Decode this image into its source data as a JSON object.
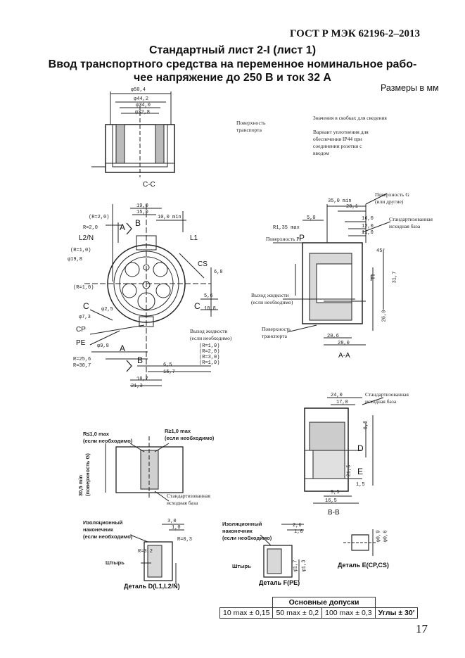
{
  "header": {
    "standard": "ГОСТ Р МЭК 62196-2–2013",
    "sheet_title": "Стандартный лист 2-I (лист 1)",
    "subtitle_line1": "Ввод транспортного средства на переменное номинальное рабо-",
    "subtitle_line2": "чее напряжение до 250 В и ток 32 А",
    "units": "Размеры в мм"
  },
  "notes": {
    "surface_vehicle": [
      "Поверхность",
      "транспорта"
    ],
    "values_in_brackets": "Значения в скобках для сведения",
    "sealing_variant": [
      "Вариант уплотнения для",
      "обеспечения IP44 при",
      "соединении розетки с",
      "вводом"
    ],
    "surface_g": [
      "Поверхность G",
      "(или другие)"
    ],
    "standard_base": [
      "Стандартизованная",
      "исходная база"
    ],
    "surface_p": "Поверхность P",
    "liquid_outlet_1": [
      "Выход жидкости",
      "(если необходимо)"
    ],
    "liquid_outlet_2": [
      "Выход жидкости",
      "(если необходимо)"
    ],
    "surface_vehicle_2": [
      "Поверхность",
      "транспорта"
    ],
    "standard_base_2": [
      "Стандартизованная",
      "исходная база"
    ],
    "standard_base_3": [
      "Стандартизованная",
      "исходная база"
    ],
    "r1_left": [
      "R≤1,0 max",
      "(если необходимо)"
    ],
    "r1_right": [
      "R≥1,0 max",
      "(если необходимо)"
    ],
    "insulating_left": [
      "Изоляционный",
      "наконечник",
      "(если необходимо)"
    ],
    "insulating_right": [
      "Изоляционный",
      "наконечник",
      "(если необходимо)"
    ],
    "pin_left": "Штырь",
    "pin_right": "Штырь",
    "vert_label": [
      "30,5 min",
      "(поверхность G)"
    ]
  },
  "view_labels": {
    "section_cc": "C-C",
    "section_aa": "A-A",
    "section_bb": "B-B",
    "detail_d": "Деталь D(L1,L2/N)",
    "detail_f": "Деталь F(PE)",
    "detail_e": "Деталь E(CP,CS)",
    "letters": {
      "A_top": "A",
      "B_top": "B",
      "A_bottom": "A",
      "B_bottom": "B",
      "C_left": "C",
      "C_right": "C",
      "P": "P",
      "F": "F",
      "D": "D",
      "E": "E",
      "L1": "L1",
      "L2N": "L2/N",
      "CS": "CS",
      "CP": "CP",
      "PE": "PE"
    }
  },
  "dims": {
    "cc": [
      "φ50,4",
      "φ44,2",
      "φ34,0",
      "φ32,8"
    ],
    "front_top": [
      "19,0",
      "15,0",
      "10,0 min"
    ],
    "front_left": [
      "(R=2,0)",
      "R=2,0",
      "(R=1,0)",
      "(R=1,0)"
    ],
    "front_right": [
      "5,6",
      "10,8",
      "6,8"
    ],
    "front_bottom": [
      "(R=1,0)",
      "(R=2,0)",
      "(R=3,0)",
      "(R=1,0)",
      "6,5",
      "15,7",
      "18,7",
      "21,3",
      "R=25,6",
      "R=30,7"
    ],
    "front_angles": [
      "φ19,8",
      "φ9,8",
      "φ7,3",
      "φ2,5"
    ],
    "aa": [
      "35,0 min",
      "20,1",
      "16,0",
      "12,0",
      "11,0",
      "5,0",
      "R1,35 max",
      "45°",
      "20,6",
      "28,0",
      "26,0",
      "31,7"
    ],
    "bb": [
      "24,0",
      "17,0",
      "9,5",
      "16,5",
      "6,5",
      "1,5",
      "21,5"
    ],
    "detail_d": [
      "3,0",
      "1,0",
      "R=0,3",
      "R=0,2"
    ],
    "detail_f": [
      "2,6",
      "1,6",
      "φ1,7",
      "φ1,3"
    ],
    "detail_e": [
      "φ0,9",
      "φ0,6"
    ]
  },
  "tolerances": {
    "header": "Основные допуски",
    "cells": [
      "10 max ± 0,15",
      "50 max ± 0,2",
      "100 max ± 0,3",
      "Углы ± 30′"
    ]
  },
  "page_number": "17"
}
